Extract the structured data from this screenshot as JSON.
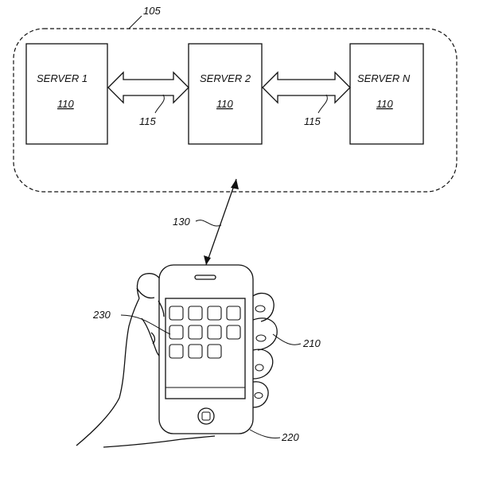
{
  "figure": {
    "cluster_ref": "105",
    "servers": [
      {
        "name": "SERVER 1",
        "ref": "110"
      },
      {
        "name": "SERVER 2",
        "ref": "110"
      },
      {
        "name": "SERVER N",
        "ref": "110"
      }
    ],
    "link_refs": [
      "115",
      "115"
    ],
    "network_link_ref": "130",
    "hand_ref": "210",
    "device_ref": "220",
    "app_icons_ref": "230",
    "app_icon_rows": [
      4,
      4,
      3
    ]
  }
}
